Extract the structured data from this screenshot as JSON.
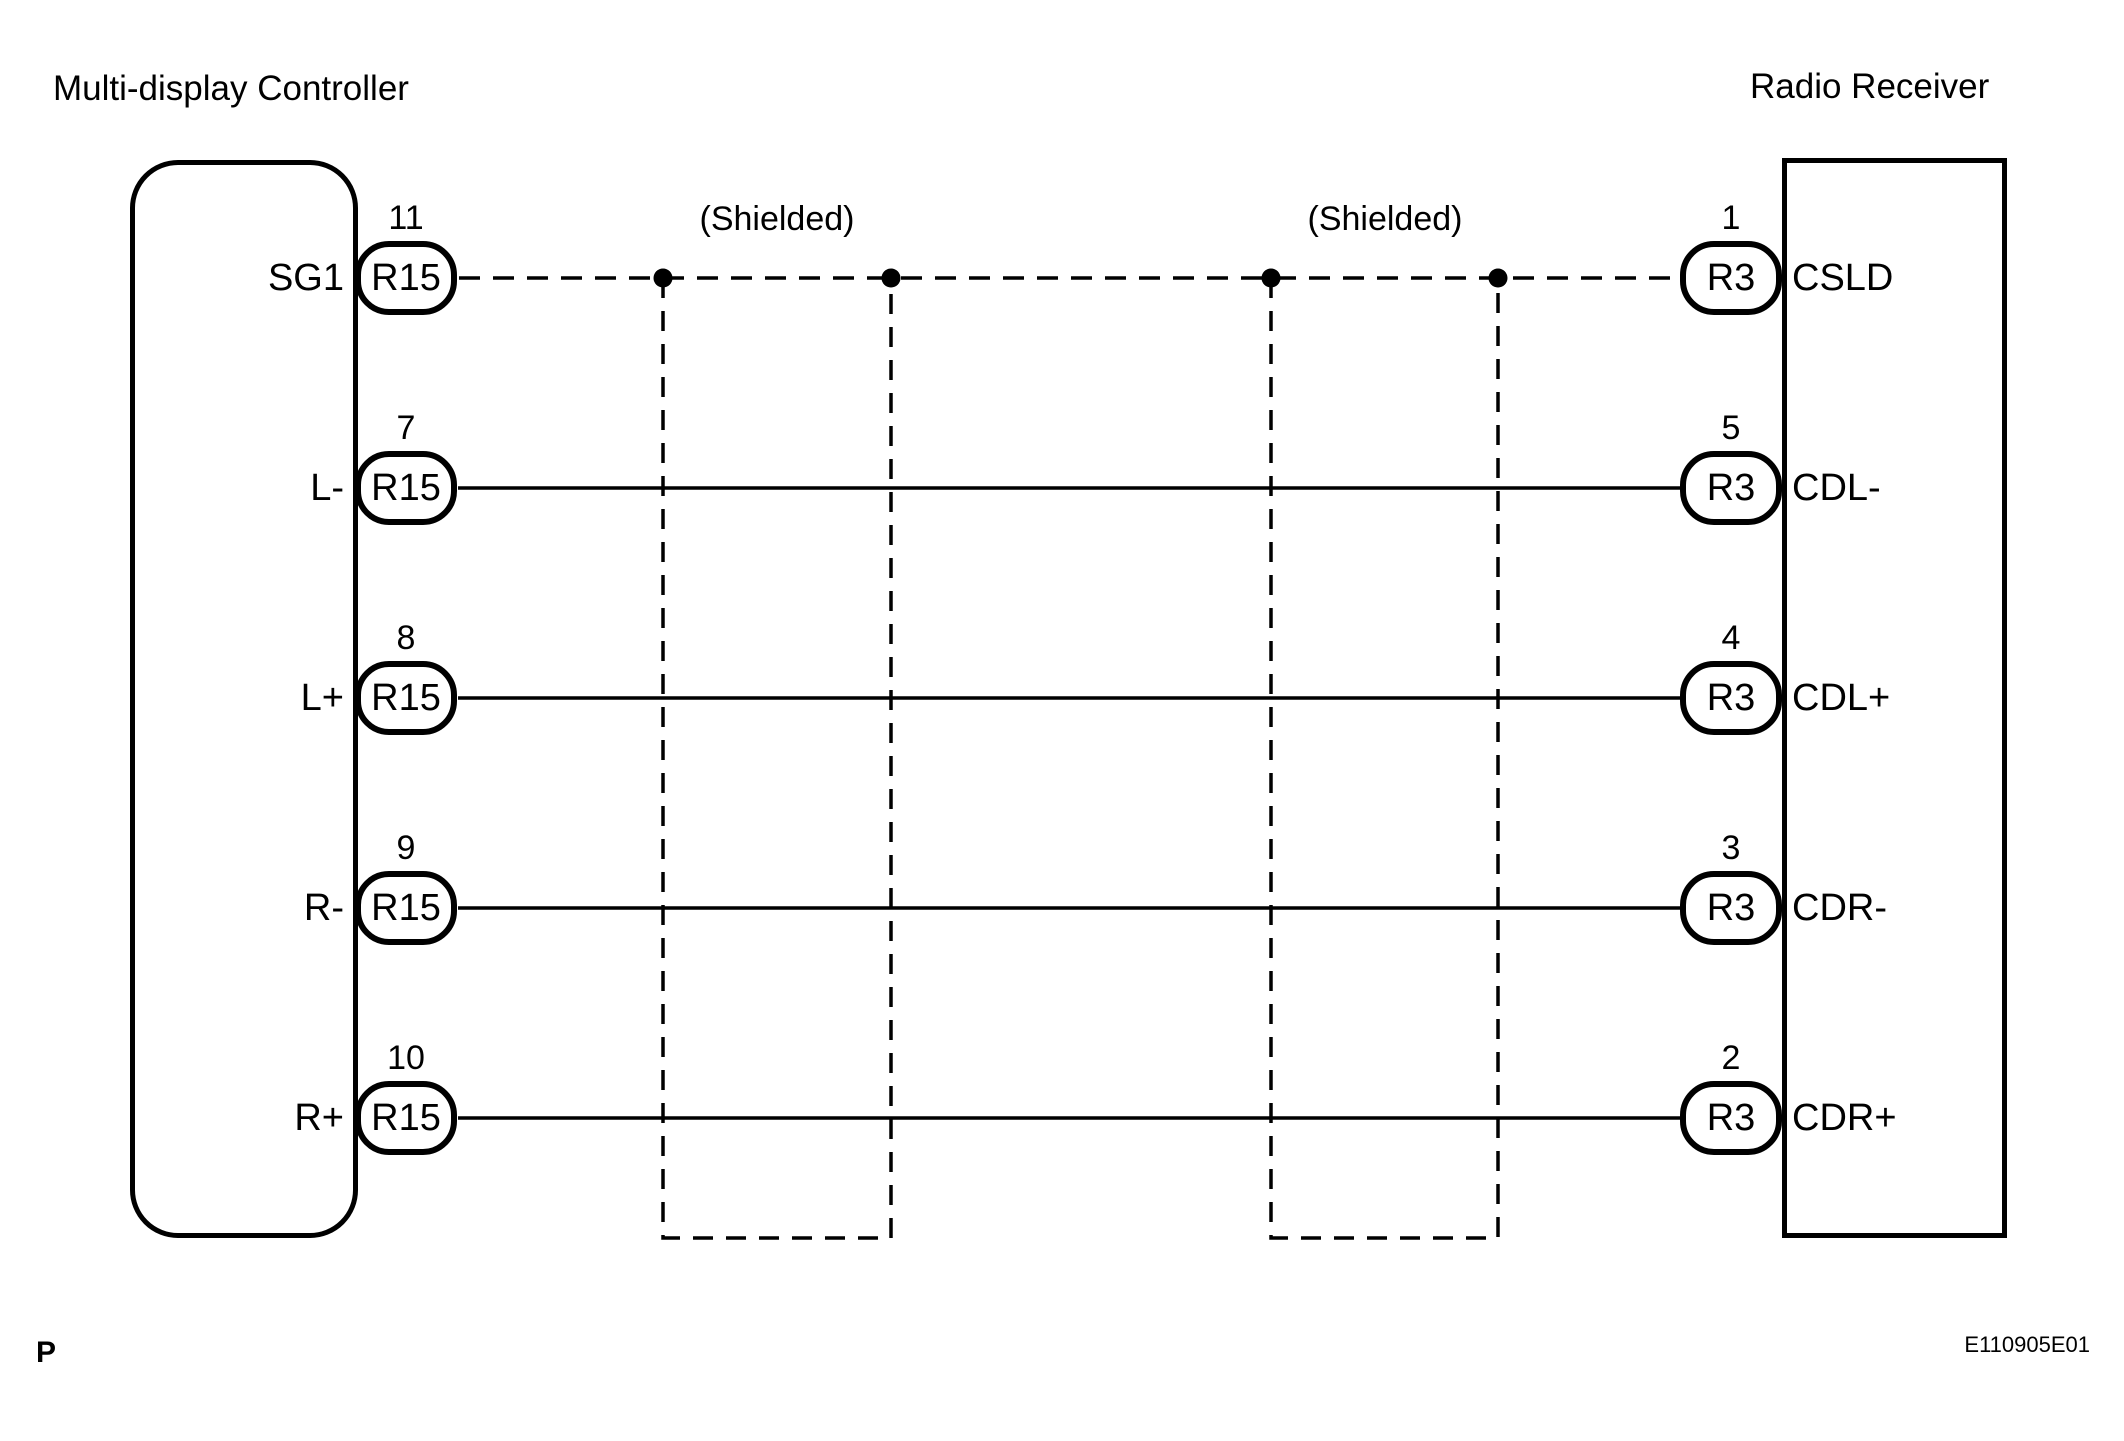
{
  "left_device_title": "Multi-display Controller",
  "right_device_title": "Radio Receiver",
  "shield_labels": [
    "(Shielded)",
    "(Shielded)"
  ],
  "rows": [
    {
      "left": {
        "pin": "11",
        "connector": "R15",
        "signal": "SG1"
      },
      "right": {
        "pin": "1",
        "connector": "R3",
        "signal": "CSLD"
      },
      "wire_style": "dashed-shield-drain"
    },
    {
      "left": {
        "pin": "7",
        "connector": "R15",
        "signal": "L-"
      },
      "right": {
        "pin": "5",
        "connector": "R3",
        "signal": "CDL-"
      },
      "wire_style": "solid"
    },
    {
      "left": {
        "pin": "8",
        "connector": "R15",
        "signal": "L+"
      },
      "right": {
        "pin": "4",
        "connector": "R3",
        "signal": "CDL+"
      },
      "wire_style": "solid"
    },
    {
      "left": {
        "pin": "9",
        "connector": "R15",
        "signal": "R-"
      },
      "right": {
        "pin": "3",
        "connector": "R3",
        "signal": "CDR-"
      },
      "wire_style": "solid"
    },
    {
      "left": {
        "pin": "10",
        "connector": "R15",
        "signal": "R+"
      },
      "right": {
        "pin": "2",
        "connector": "R3",
        "signal": "CDR+"
      },
      "wire_style": "solid"
    }
  ],
  "footer": {
    "page_marker": "P",
    "figure_code": "E110905E01"
  },
  "colors": {
    "ink": "#000000",
    "background": "#ffffff"
  }
}
